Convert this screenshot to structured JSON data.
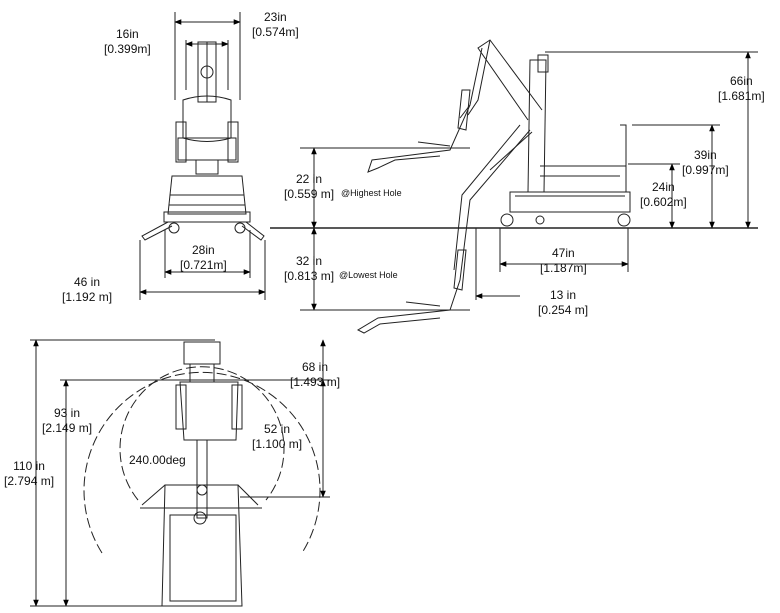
{
  "front_view": {
    "seat_width": {
      "imperial": "16in",
      "metric": "[0.399m]"
    },
    "overall_width": {
      "imperial": "23in",
      "metric": "[0.574m]"
    },
    "base_closed": {
      "imperial": "28in",
      "metric": "[0.721m]"
    },
    "base_open": {
      "imperial": "46 in",
      "metric": "[1.192 m]"
    }
  },
  "side_view": {
    "mast_height": {
      "imperial": "66in",
      "metric": "[1.681m]"
    },
    "handle_height": {
      "imperial": "39in",
      "metric": "[0.997m]"
    },
    "seat_height": {
      "imperial": "24in",
      "metric": "[0.602m]"
    },
    "lift_above": {
      "imperial": "22 in",
      "metric": "[0.559 m]",
      "note": "@Highest Hole"
    },
    "lift_below": {
      "imperial": "32 in",
      "metric": "[0.813 m]",
      "note": "@Lowest Hole"
    },
    "base_length": {
      "imperial": "47in",
      "metric": "[1.187m]"
    },
    "reach": {
      "imperial": "13 in",
      "metric": "[0.254 m]"
    }
  },
  "top_view": {
    "swing_angle": "240.00deg",
    "overall_length": {
      "imperial": "110 in",
      "metric": "[2.794 m]"
    },
    "swing_length": {
      "imperial": "93 in",
      "metric": "[2.149 m]"
    },
    "outer_radius": {
      "imperial": "68 in",
      "metric": "[1.493 m]"
    },
    "inner_radius": {
      "imperial": "52 in",
      "metric": "[1.100 m]"
    }
  }
}
